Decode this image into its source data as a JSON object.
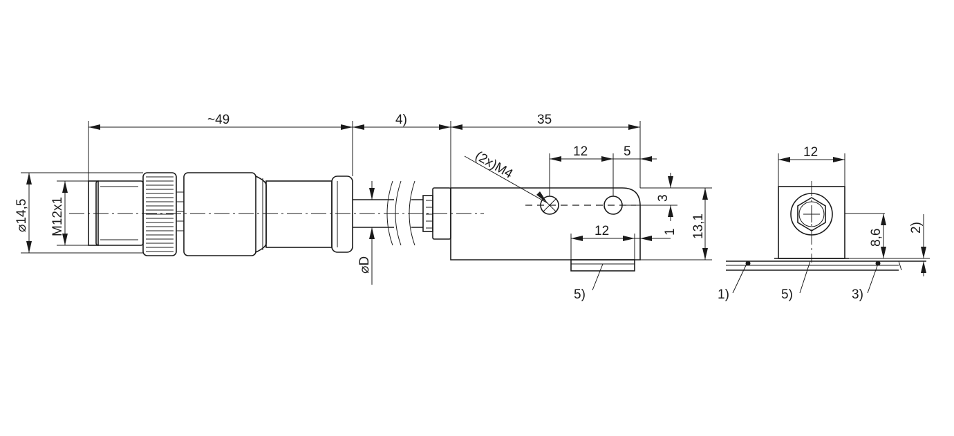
{
  "dimensions": {
    "overall_connector_length": "~49",
    "cable_length": "4)",
    "sensor_length": "35",
    "hole_pitch": "12",
    "hole_edge_offset": "5",
    "hole_top_offset": "3",
    "face_length": "12",
    "face_offset": "1",
    "sensor_height": "13,1",
    "end_width": "12",
    "center_height": "8,6",
    "gap": "2)",
    "connector_diameter": "14,5",
    "thread": "M12x1",
    "cable_diameter": "D",
    "mounting_holes": "(2x)M4"
  },
  "notes": {
    "note_1": "1)",
    "note_3": "3)",
    "note_5_side": "5)",
    "note_5_end": "5)"
  },
  "symbols": {
    "diameter_symbol": "⌀"
  }
}
